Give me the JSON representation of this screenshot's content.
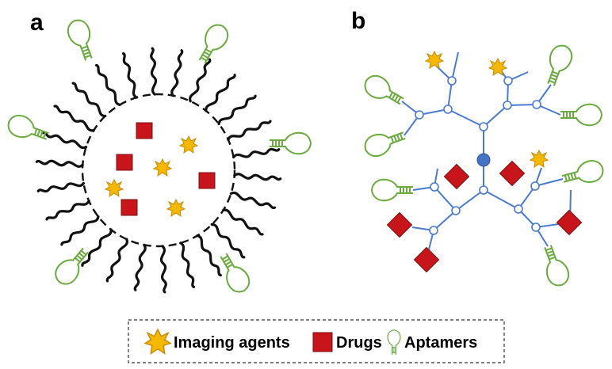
{
  "panels": {
    "a": "a",
    "b": "b"
  },
  "legend": {
    "imaging_agents": "Imaging agents",
    "drugs": "Drugs",
    "aptamers": "Aptamers"
  },
  "colors": {
    "star_fill": "#f5b800",
    "star_stroke": "#c98a00",
    "drug_fill": "#c8151b",
    "drug_stroke": "#7a1010",
    "aptamer": "#6aaa3f",
    "dendrimer": "#4a7bd0",
    "core": "#4472c4",
    "polymer": "#111111"
  }
}
